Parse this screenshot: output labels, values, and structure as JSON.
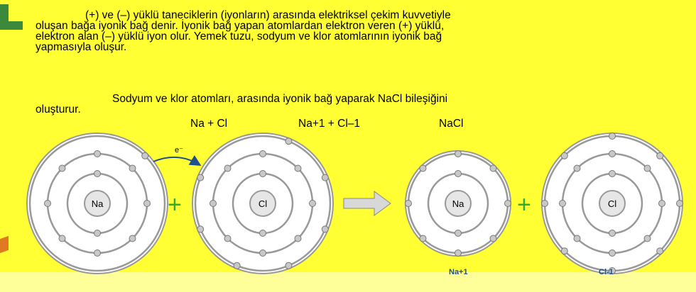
{
  "paragraph1": {
    "line1": "(+) ve (–) yüklü taneciklerin (iyonların) arasında elektriksel çekim kuvvetiyle",
    "line2": "oluşan bağa iyonik bağ denir. İyonik bağ yapan atomlardan elektron veren (+) yüklü,",
    "line3": "elektron alan (–) yüklü iyon olur. Yemek tuzu, sodyum ve klor atomlarının iyonik bağ",
    "line4": "yapmasıyla oluşur."
  },
  "paragraph2": {
    "line1": "Sodyum ve klor atomları, arasında iyonik bağ yaparak NaCl bileşiğini",
    "line2": "oluşturur."
  },
  "equation": {
    "reactants": "Na + Cl",
    "ions": "Na+1 + Cl–1",
    "product": "NaCl"
  },
  "diagram": {
    "electron_label": "e⁻",
    "plus_sign": "+",
    "atoms": {
      "na": {
        "label": "Na",
        "shell_electrons": [
          2,
          8,
          1
        ]
      },
      "cl": {
        "label": "Cl",
        "shell_electrons": [
          2,
          8,
          7
        ]
      },
      "na_ion": {
        "label": "Na",
        "caption": "Na+1",
        "shell_electrons": [
          2,
          8
        ]
      },
      "cl_ion": {
        "label": "Cl",
        "caption": "Cl-1",
        "shell_electrons": [
          2,
          8,
          8
        ]
      }
    },
    "colors": {
      "background": "#ffff33",
      "shell_fill": "#ffffff",
      "shell_stroke": "#999999",
      "electron_fill": "#c8c8c8",
      "plus": "#33aa33",
      "arrow_fill": "#d8d8d8"
    }
  }
}
